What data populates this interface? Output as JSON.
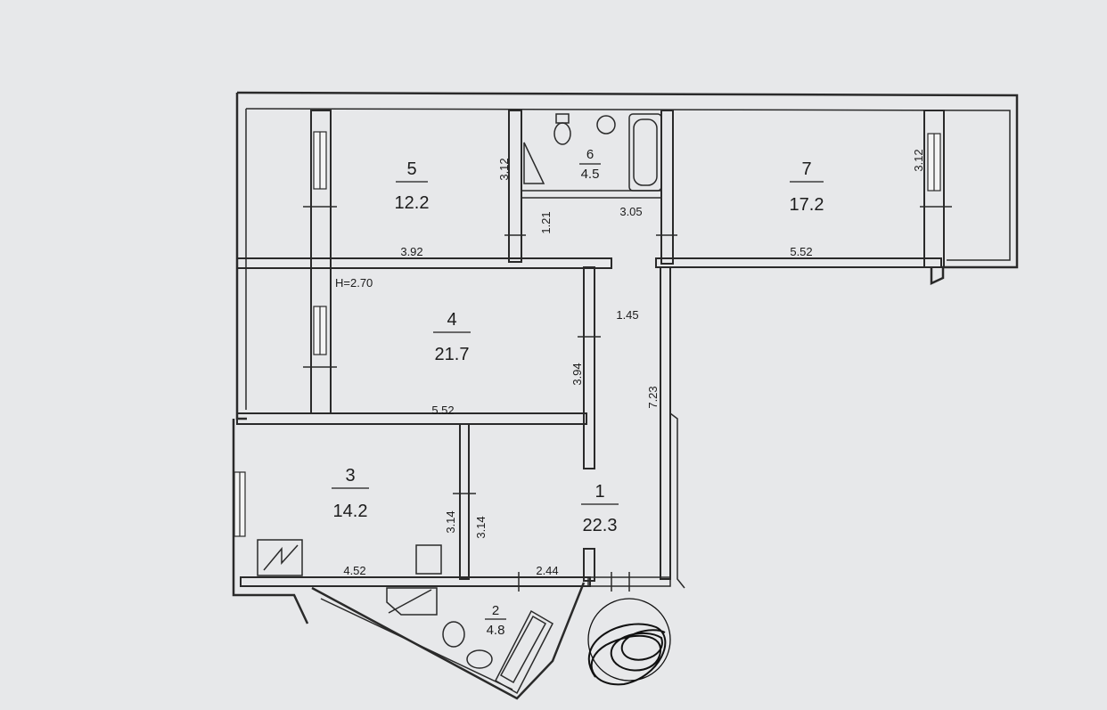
{
  "plan": {
    "ceiling_height": "H=2.70",
    "rooms": [
      {
        "id": "room-1",
        "number": "1",
        "area": "22.3"
      },
      {
        "id": "room-2",
        "number": "2",
        "area": "4.8"
      },
      {
        "id": "room-3",
        "number": "3",
        "area": "14.2"
      },
      {
        "id": "room-4",
        "number": "4",
        "area": "21.7"
      },
      {
        "id": "room-5",
        "number": "5",
        "area": "12.2"
      },
      {
        "id": "room-6",
        "number": "6",
        "area": "4.5"
      },
      {
        "id": "room-7",
        "number": "7",
        "area": "17.2"
      }
    ],
    "dimensions": {
      "room5_width": "3.92",
      "room5_height": "3.12",
      "bath_width": "3.05",
      "corridor_small": "1.21",
      "room7_width": "5.52",
      "room7_height": "3.12",
      "room4_width": "5.52",
      "room4_height": "3.94",
      "corridor_width": "1.45",
      "corridor_length": "7.23",
      "room3_width": "4.52",
      "room3_height": "3.14",
      "room1_height": "3.14",
      "room1_width": "2.44"
    }
  }
}
